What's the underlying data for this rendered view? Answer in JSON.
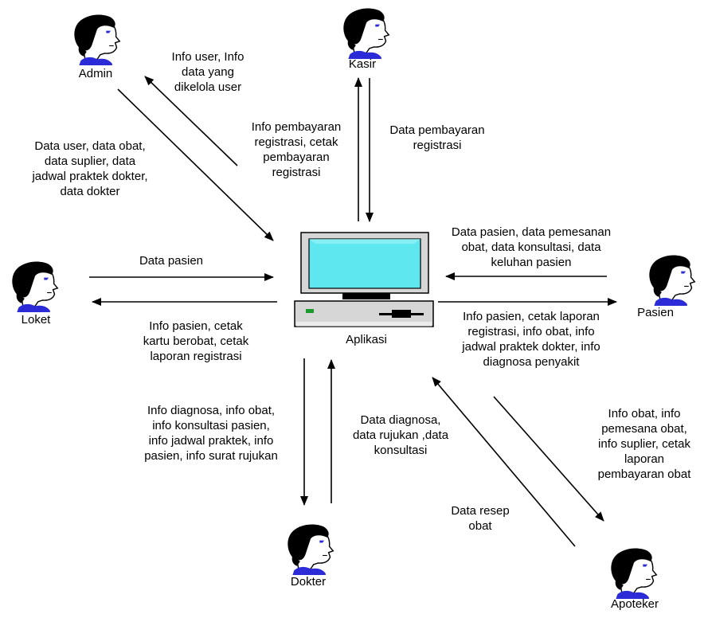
{
  "colors": {
    "line": "#000000",
    "hair": "#000000",
    "collar": "#2b2bd8",
    "eye": "#2b2bd8",
    "screen": "#5fe7ef",
    "monitor": "#d4d4d4"
  },
  "actors": {
    "admin": "Admin",
    "kasir": "Kasir",
    "loket": "Loket",
    "pasien": "Pasien",
    "dokter": "Dokter",
    "apoteker": "Apoteker"
  },
  "system": {
    "label": "Aplikasi",
    "icon": "computer-icon"
  },
  "flows": {
    "admin_out": "Info user, Info\ndata yang\ndikelola user",
    "admin_in": "Data user, data obat,\ndata suplier, data\njadwal praktek dokter,\ndata dokter",
    "kasir_out": "Info pembayaran\nregistrasi, cetak\npembayaran\nregistrasi",
    "kasir_in": "Data pembayaran\nregistrasi",
    "loket_in": "Data pasien",
    "loket_out": "Info  pasien, cetak\nkartu berobat, cetak\nlaporan registrasi",
    "pasien_in": "Data pasien, data pemesanan\nobat, data konsultasi, data\nkeluhan pasien",
    "pasien_out": "Info pasien, cetak laporan\nregistrasi, info obat, info\njadwal praktek dokter, info\ndiagnosa penyakit",
    "dokter_out": "Info diagnosa, info obat,\ninfo konsultasi pasien,\ninfo jadwal praktek, info\npasien, info surat rujukan",
    "dokter_in": "Data diagnosa,\ndata rujukan ,data\nkonsultasi",
    "apoteker_out": "Info obat, info\npemesana obat,\ninfo suplier, cetak\nlaporan\npembayaran obat",
    "apoteker_in": "Data resep\nobat"
  }
}
